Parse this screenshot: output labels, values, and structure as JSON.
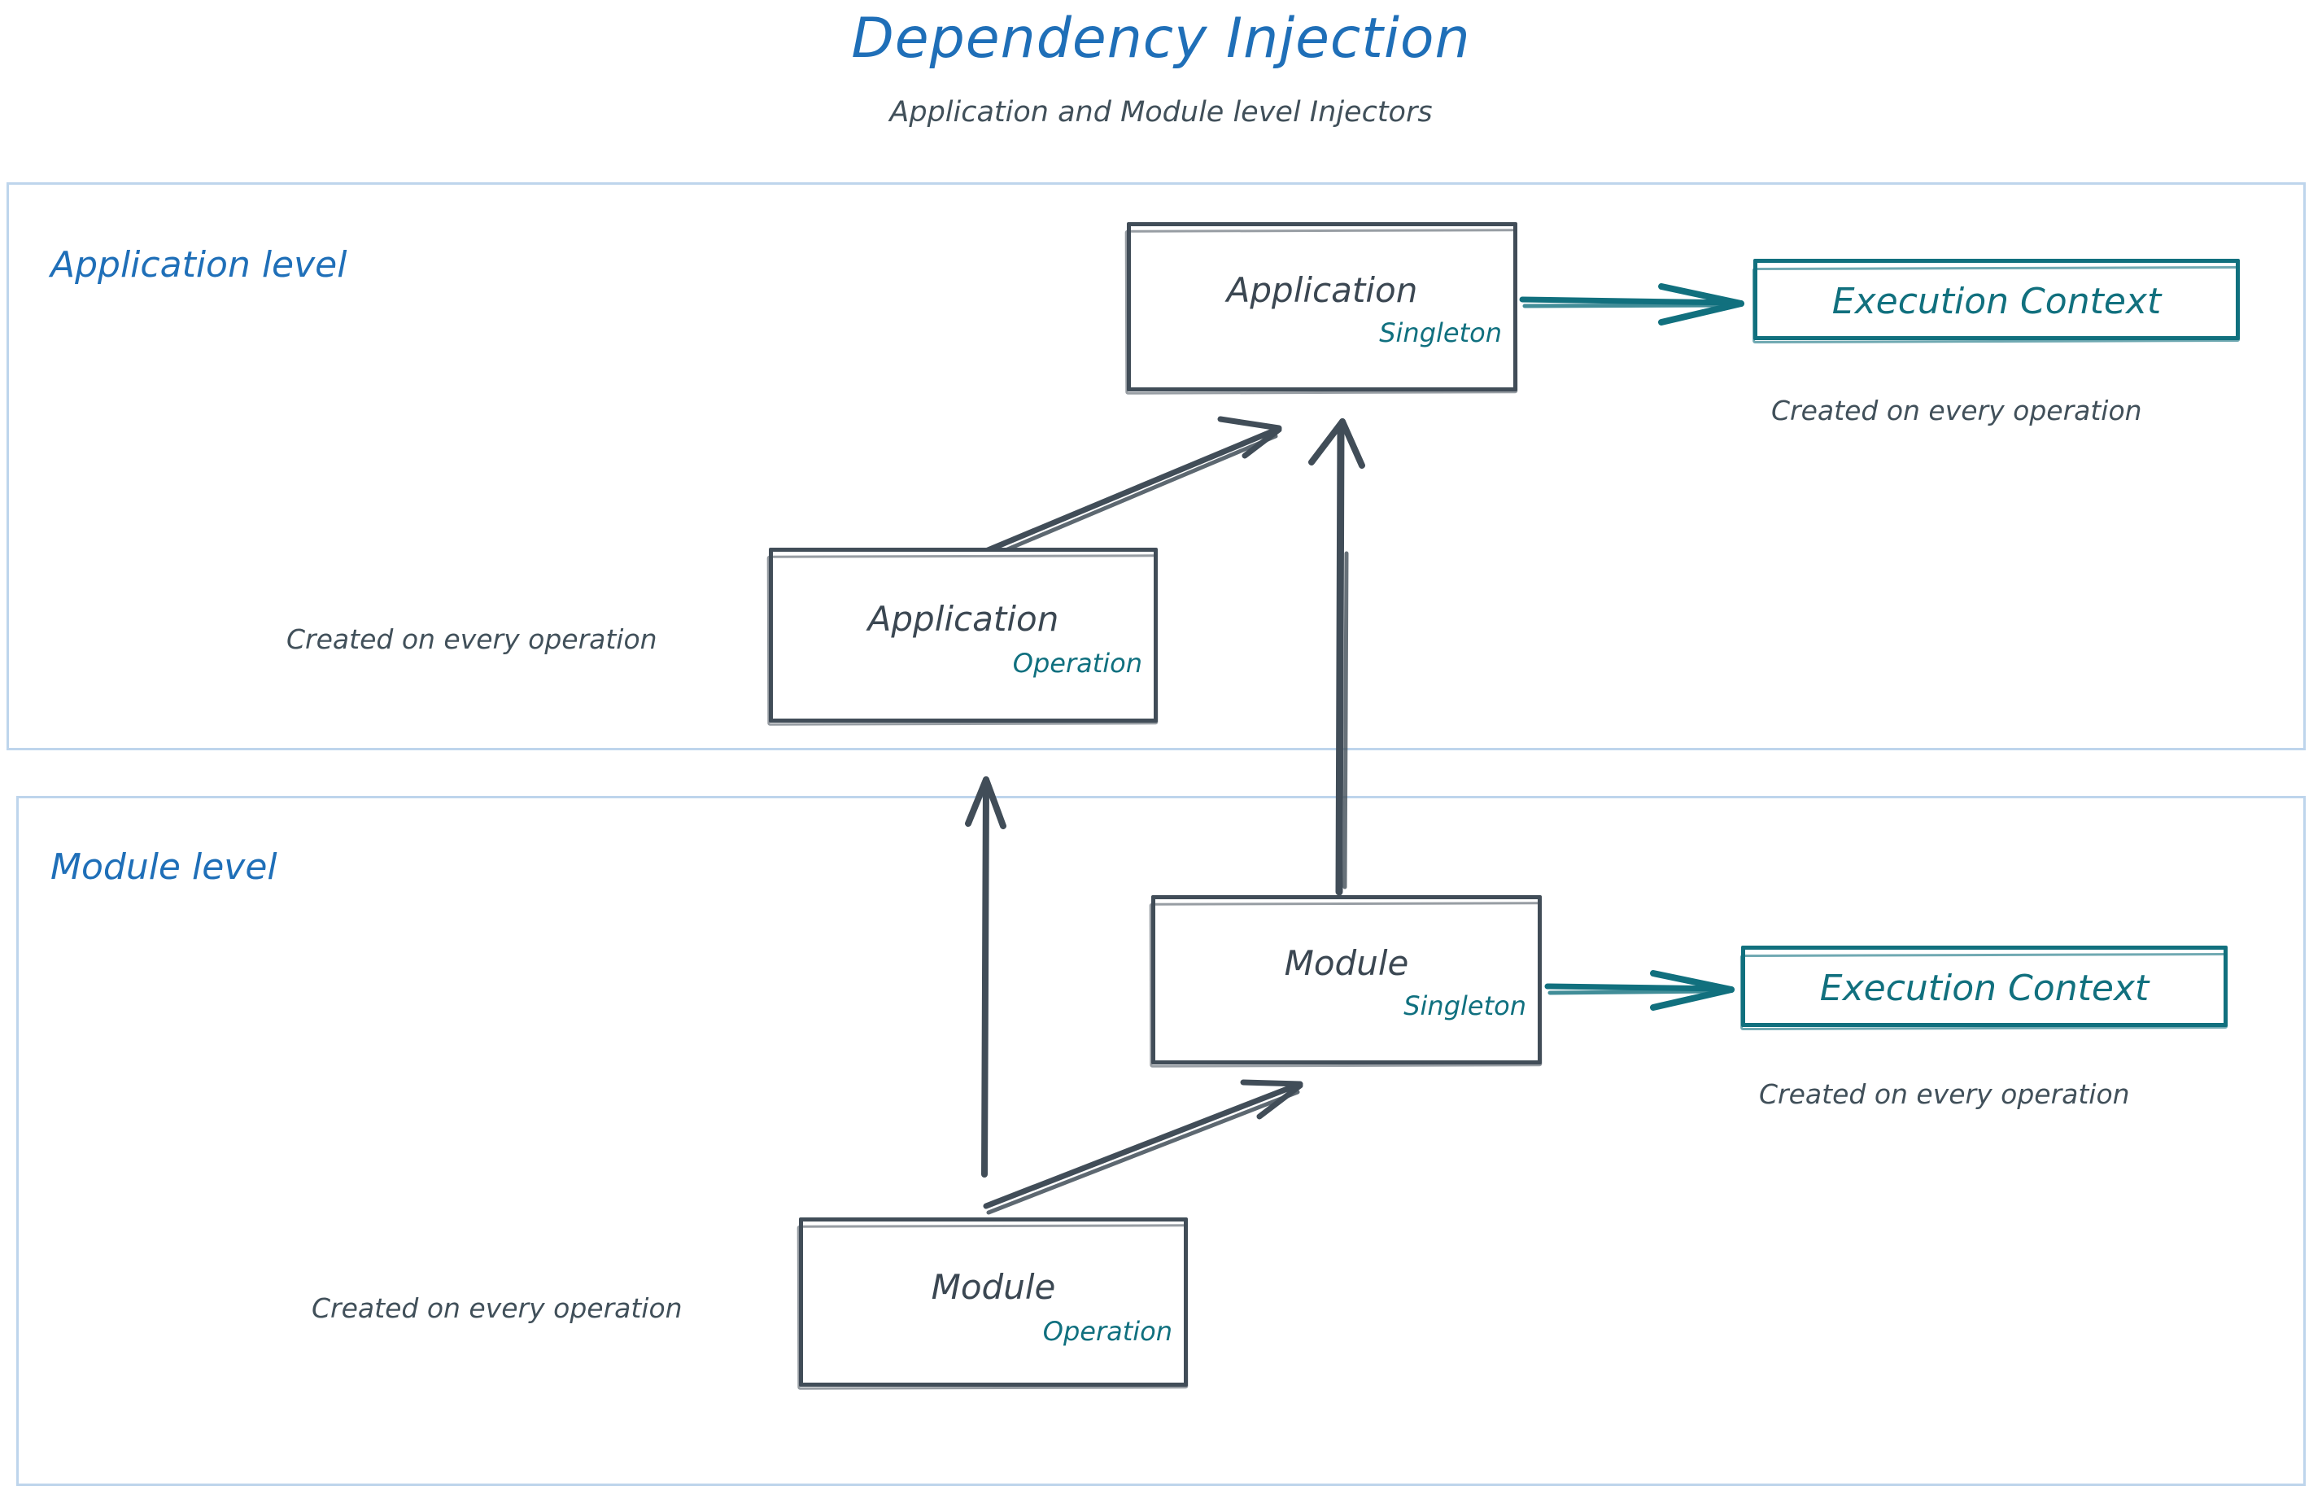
{
  "header": {
    "title": "Dependency Injection",
    "subtitle": "Application and Module level Injectors"
  },
  "colors": {
    "title_blue": "#1f6fb8",
    "level_border": "#bed5ec",
    "node_outline": "#414d58",
    "node_text": "#3b4752",
    "scope_teal": "#10707e",
    "annotation": "#41505a",
    "background": "#ffffff"
  },
  "levels": [
    {
      "id": "application",
      "label": "Application level"
    },
    {
      "id": "module",
      "label": "Module level"
    }
  ],
  "nodes": {
    "app_singleton": {
      "title": "Application",
      "scope": "Singleton"
    },
    "app_operation": {
      "title": "Application",
      "scope": "Operation"
    },
    "module_singleton": {
      "title": "Module",
      "scope": "Singleton"
    },
    "module_operation": {
      "title": "Module",
      "scope": "Operation"
    },
    "execution_context_app": {
      "title": "Execution Context"
    },
    "execution_context_module": {
      "title": "Execution Context"
    }
  },
  "annotations": {
    "execution_context_app_note": "Created on every operation",
    "execution_context_module_note": "Created on every operation",
    "app_operation_note": "Created on every operation",
    "module_operation_note": "Created on every operation"
  },
  "arrows": [
    {
      "id": "app-op-to-app-singleton",
      "from": "app_operation",
      "to": "app_singleton",
      "style": "dark-diagonal"
    },
    {
      "id": "app-singleton-to-exec-ctx",
      "from": "app_singleton",
      "to": "execution_context_app",
      "style": "teal-horizontal"
    },
    {
      "id": "module-singleton-to-app-singleton",
      "from": "module_singleton",
      "to": "app_singleton",
      "style": "dark-vertical"
    },
    {
      "id": "module-op-to-app-op",
      "from": "module_operation",
      "to": "app_operation",
      "style": "dark-vertical"
    },
    {
      "id": "module-op-to-module-singleton",
      "from": "module_operation",
      "to": "module_singleton",
      "style": "dark-diagonal"
    },
    {
      "id": "module-singleton-to-exec-ctx",
      "from": "module_singleton",
      "to": "execution_context_module",
      "style": "teal-horizontal"
    }
  ]
}
